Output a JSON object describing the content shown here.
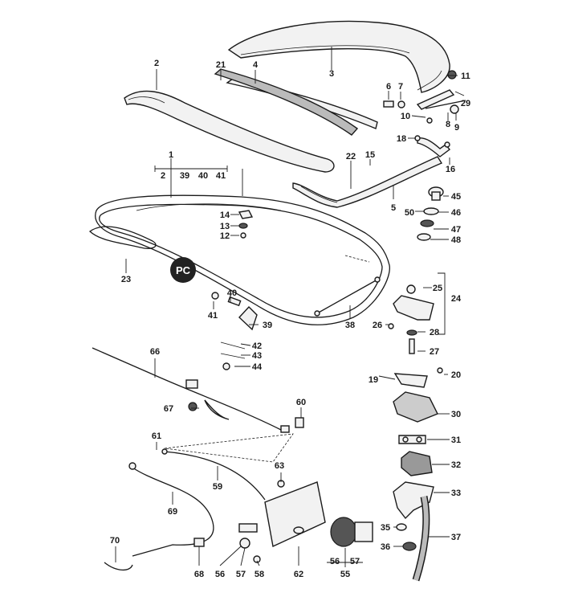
{
  "callouts": {
    "c1": "1",
    "c2a": "2",
    "c2b": "2",
    "c3": "3",
    "c4": "4",
    "c5": "5",
    "c6": "6",
    "c7": "7",
    "c8": "8",
    "c9": "9",
    "c10": "10",
    "c11": "11",
    "c12": "12",
    "c13": "13",
    "c14": "14",
    "c15": "15",
    "c16": "16",
    "c18": "18",
    "c19": "19",
    "c20": "20",
    "c21": "21",
    "c22": "22",
    "c23": "23",
    "c24": "24",
    "c25": "25",
    "c26": "26",
    "c27": "27",
    "c28": "28",
    "c29": "29",
    "c30": "30",
    "c31": "31",
    "c32": "32",
    "c33": "33",
    "c35": "35",
    "c36": "36",
    "c37": "37",
    "c38": "38",
    "c39a": "39",
    "c39b": "39",
    "c40a": "40",
    "c40b": "40",
    "c41a": "41",
    "c41b": "41",
    "c42": "42",
    "c43": "43",
    "c44": "44",
    "c45": "45",
    "c46": "46",
    "c47": "47",
    "c48": "48",
    "c50": "50",
    "c55": "55",
    "c56a": "56",
    "c56b": "56",
    "c57a": "57",
    "c57b": "57",
    "c58": "58",
    "c59": "59",
    "c60": "60",
    "c61": "61",
    "c62": "62",
    "c63": "63",
    "c66": "66",
    "c67": "67",
    "c68": "68",
    "c69": "69",
    "c70": "70"
  },
  "logo": {
    "text": "PC"
  }
}
